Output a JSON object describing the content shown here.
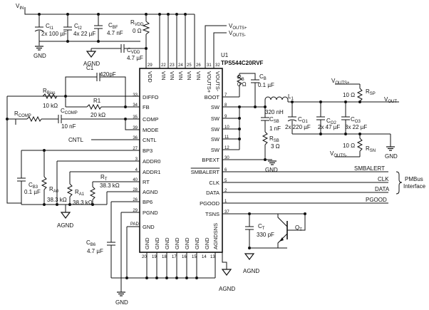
{
  "ic": {
    "ref": "U1",
    "part": "TPS544C20RVF",
    "left_pins": [
      {
        "num": "33",
        "name": "DIFFO"
      },
      {
        "num": "34",
        "name": "FB"
      },
      {
        "num": "35",
        "name": "COMP"
      },
      {
        "num": "39",
        "name": "MODE"
      },
      {
        "num": "36",
        "name": "CNTL"
      },
      {
        "num": "27",
        "name": "BP3"
      },
      {
        "num": "3",
        "name": "ADDR0"
      },
      {
        "num": "4",
        "name": "ADDR1"
      },
      {
        "num": "40",
        "name": "RT"
      },
      {
        "num": "28",
        "name": "AGND"
      },
      {
        "num": "26",
        "name": "BP6"
      },
      {
        "num": "29",
        "name": "PGND"
      },
      {
        "num": "",
        "name": "GND"
      }
    ],
    "right_pins": [
      {
        "num": "7",
        "name": "BOOT"
      },
      {
        "num": "8",
        "name": "SW"
      },
      {
        "num": "9",
        "name": "SW"
      },
      {
        "num": "10",
        "name": "SW"
      },
      {
        "num": "11",
        "name": "SW"
      },
      {
        "num": "12",
        "name": "SW"
      },
      {
        "num": "30",
        "name": "BPEXT"
      },
      {
        "num": "6",
        "name": "SMBALERT"
      },
      {
        "num": "5",
        "name": "CLK"
      },
      {
        "num": "2",
        "name": "DATA"
      },
      {
        "num": "1",
        "name": "PGOOD"
      },
      {
        "num": "37",
        "name": "TSNS"
      }
    ],
    "top_pins": [
      {
        "num": "29",
        "name": "VDD"
      },
      {
        "num": "22",
        "name": "VIN"
      },
      {
        "num": "23",
        "name": "VIN"
      },
      {
        "num": "24",
        "name": "VIN"
      },
      {
        "num": "25",
        "name": "VIN"
      },
      {
        "num": "26",
        "name": "VIN"
      },
      {
        "num": "31",
        "name": "VOUTS+"
      },
      {
        "num": "32",
        "name": "VOUTS-"
      }
    ],
    "bottom_pins": [
      {
        "num": "20",
        "name": "GND"
      },
      {
        "num": "19",
        "name": "GND"
      },
      {
        "num": "18",
        "name": "GND"
      },
      {
        "num": "17",
        "name": "GND"
      },
      {
        "num": "16",
        "name": "GND"
      },
      {
        "num": "15",
        "name": "GND"
      },
      {
        "num": "14",
        "name": "GND"
      },
      {
        "num": "13",
        "name": "AGNDSNS"
      }
    ],
    "pad_label": "PAD"
  },
  "input": {
    "vin": "V",
    "vin_sub": "IN",
    "ci1": {
      "ref": "C",
      "sub": "I1",
      "value": "2x 100 µF"
    },
    "ci2": {
      "ref": "C",
      "sub": "I2",
      "value": "4x 22 µF"
    },
    "cbf": {
      "ref": "C",
      "sub": "BF",
      "value": "4.7 nF"
    },
    "rvdd": {
      "ref": "R",
      "sub": "VDD",
      "value": "0 Ω"
    },
    "cvdd": {
      "ref": "C",
      "sub": "VDD",
      "value": "4.7 µF"
    },
    "gnd": "GND",
    "agnd": "AGND"
  },
  "feedback": {
    "c1": {
      "ref": "C1",
      "value": "420pF"
    },
    "rbias": {
      "ref": "R",
      "sub": "Bias",
      "value": "10 kΩ"
    },
    "r1": {
      "ref": "R1",
      "value": "20 kΩ"
    },
    "rcomp": {
      "ref": "R",
      "sub": "COMP"
    },
    "ccomp": {
      "ref": "C",
      "sub": "COMP",
      "value": "10 nF"
    },
    "cntl": "CNTL"
  },
  "config": {
    "cb3": {
      "ref": "C",
      "sub": "B3",
      "value": "0.1 µF"
    },
    "ra0": {
      "ref": "R",
      "sub": "A0",
      "value": "38.3 kΩ"
    },
    "ra1": {
      "ref": "R",
      "sub": "A1",
      "value": "38.3 kΩ"
    },
    "rt": {
      "ref": "R",
      "sub": "T",
      "value": "38.3 kΩ"
    },
    "agnd": "AGND",
    "cb6": {
      "ref": "C",
      "sub": "B6",
      "value": "4.7 µF"
    }
  },
  "output": {
    "vouts_plus": "V",
    "vouts_plus_sub": "OUTS+",
    "vouts_minus": "V",
    "vouts_minus_sub": "OUTS-",
    "rb": {
      "ref": "R",
      "sub": "B",
      "value": "0 Ω"
    },
    "cb": {
      "ref": "C",
      "sub": "B",
      "value": "0.1 µF"
    },
    "l1": {
      "ref": "L",
      "sub": "1",
      "value": "320 nH"
    },
    "csb": {
      "ref": "C",
      "sub": "SB",
      "value": "1 nF"
    },
    "rsb": {
      "ref": "R",
      "sub": "SB",
      "value": "3 Ω"
    },
    "co1": {
      "ref": "C",
      "sub": "O1",
      "value": "2x 220 µF"
    },
    "co2": {
      "ref": "C",
      "sub": "O2",
      "value": "2x 47 µF"
    },
    "co3": {
      "ref": "C",
      "sub": "O3",
      "value": "3x 22 µF"
    },
    "rsp": {
      "ref": "R",
      "sub": "SP",
      "value": "10 Ω"
    },
    "rsn": {
      "ref": "R",
      "sub": "SN",
      "value": "10 Ω"
    },
    "vout": "V",
    "vout_sub": "OUT",
    "gnd": "GND"
  },
  "pmbus": {
    "smbalert": "SMBALERT",
    "clk": "CLK",
    "data": "DATA",
    "pgood": "PGOOD",
    "label_line1": "PMBus",
    "label_line2": "Interface"
  },
  "thermal": {
    "ct": {
      "ref": "C",
      "sub": "T",
      "value": "330 pF"
    },
    "qt": {
      "ref": "Q",
      "sub": "T"
    },
    "agnd": "AGND"
  },
  "bottom": {
    "agnd": "AGND",
    "gnd": "GND"
  }
}
